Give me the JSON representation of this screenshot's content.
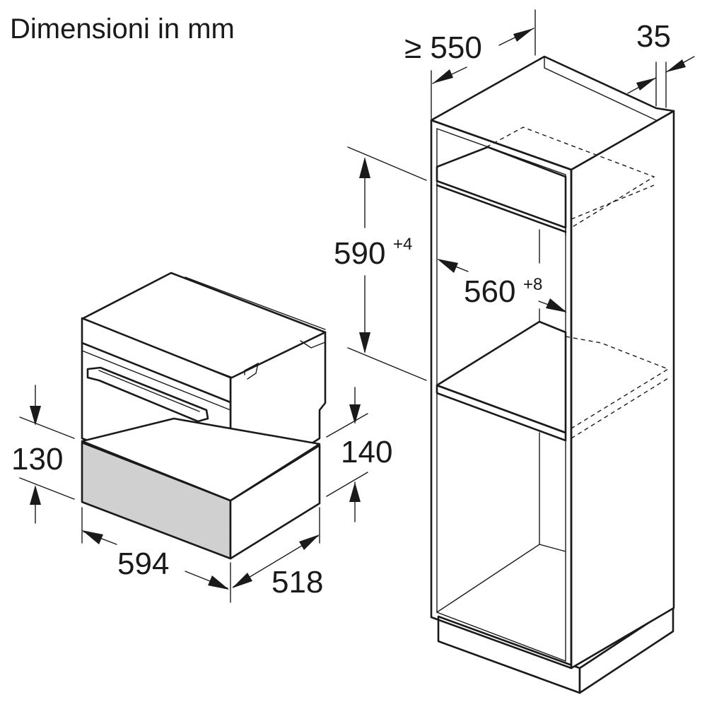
{
  "title": "Dimensioni in mm",
  "dimensions": {
    "cabinet_depth": "≥ 550",
    "panel_thickness": "35",
    "niche_height": "590",
    "niche_height_tolerance": "+4",
    "niche_width": "560",
    "niche_width_tolerance": "+8",
    "drawer_height_left": "130",
    "drawer_height_right": "140",
    "drawer_width": "594",
    "drawer_depth": "518"
  }
}
